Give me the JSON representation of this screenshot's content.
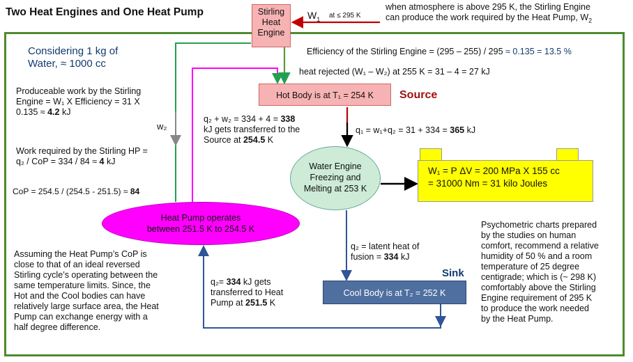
{
  "title": "Two Heat Engines and One Heat Pump",
  "stirling_box": [
    "Stirling",
    "Heat",
    "Engine"
  ],
  "w1_label": "W",
  "w1_sub": "1",
  "w1_condition": "at ≤ 295 K",
  "atmosphere_note": [
    "when atmosphere is above 295 K, the Stirling Engine",
    "can produce the work required by the Heat Pump, W"
  ],
  "atmosphere_sub": "2",
  "considering": [
    "Considering 1 kg of",
    "Water, ≈ 1000 cc"
  ],
  "efficiency_prefix": "Efficiency of the Stirling Engine = (295 – 255) / 295 ",
  "efficiency_value": "≈ 0.135 = 13.5 %",
  "heat_rejected": "heat rejected (W₁ – W₂) at 255 K = 31 – 4 = 27 kJ",
  "hot_body": "Hot Body is at T₁ = 254 K",
  "source_label": "Source",
  "produceable": [
    "Produceable work by the Stirling",
    "Engine = W₁ X Efficiency = 31 X",
    "0.135  ≈ ",
    "4.2",
    " kJ"
  ],
  "transfer_source": [
    "q₂ + w₂ = 334 + 4 = ",
    "338",
    "kJ gets transferred to the",
    "Source at ",
    "254.5",
    " K"
  ],
  "w2_side": "w₂",
  "q1_line": [
    "q₁ = w₁+q₂ = 31 + 334 = ",
    "365",
    " kJ"
  ],
  "work_required": [
    "Work required by the Stirling HP =",
    "q₂ / CoP = 334 / 84 ≈ ",
    "4",
    " kJ"
  ],
  "cop": "CoP = 254.5 / (254.5 - 251.5) ≈ ",
  "cop_value": "84",
  "water_engine": [
    "Water Engine",
    "Freezing and",
    "Melting at 253 K"
  ],
  "work_box": [
    "W₁ = P ΔV =  200 MPa X 155 cc",
    "= 31000 Nm = 31 kilo Joules"
  ],
  "heat_pump": [
    "Heat Pump  operates",
    "between 251.5 K to 254.5 K"
  ],
  "psychometric": [
    "Psychometric charts prepared",
    "by the studies on human",
    "comfort, recommend a relative",
    "humidity of 50 % and a room",
    "temperature of 25 degree",
    "centigrade; which is (~ 298 K)",
    "comfortably above the Stirling",
    "Engine requirement of 295 K",
    "to produce the work needed",
    "by  the Heat Pump."
  ],
  "latent": [
    "q₂ = latent heat of",
    "fusion = ",
    "334",
    " kJ"
  ],
  "sink_label": "Sink",
  "assuming": [
    "Assuming the Heat Pump’s CoP is",
    "close to that of an ideal reversed",
    "Stirling cycle’s operating between the",
    "same temperature limits. Since, the",
    "Hot and the Cool bodies can have",
    "relatively large surface area, the Heat",
    "Pump can exchange energy with a",
    "half degree difference."
  ],
  "q2_transfer": [
    "q₂= ",
    "334",
    " kJ gets",
    "transferred to Heat",
    "Pump at ",
    "251.5",
    " K"
  ],
  "cool_body": "Cool Body is at T₂ = 252 K",
  "colors": {
    "frame": "#4e8a2e",
    "red_arrow": "#c00000",
    "green_arrow": "#22a050",
    "magenta": "#ff00ff",
    "blue_line": "#2f5597",
    "source_text": "#a01010"
  }
}
